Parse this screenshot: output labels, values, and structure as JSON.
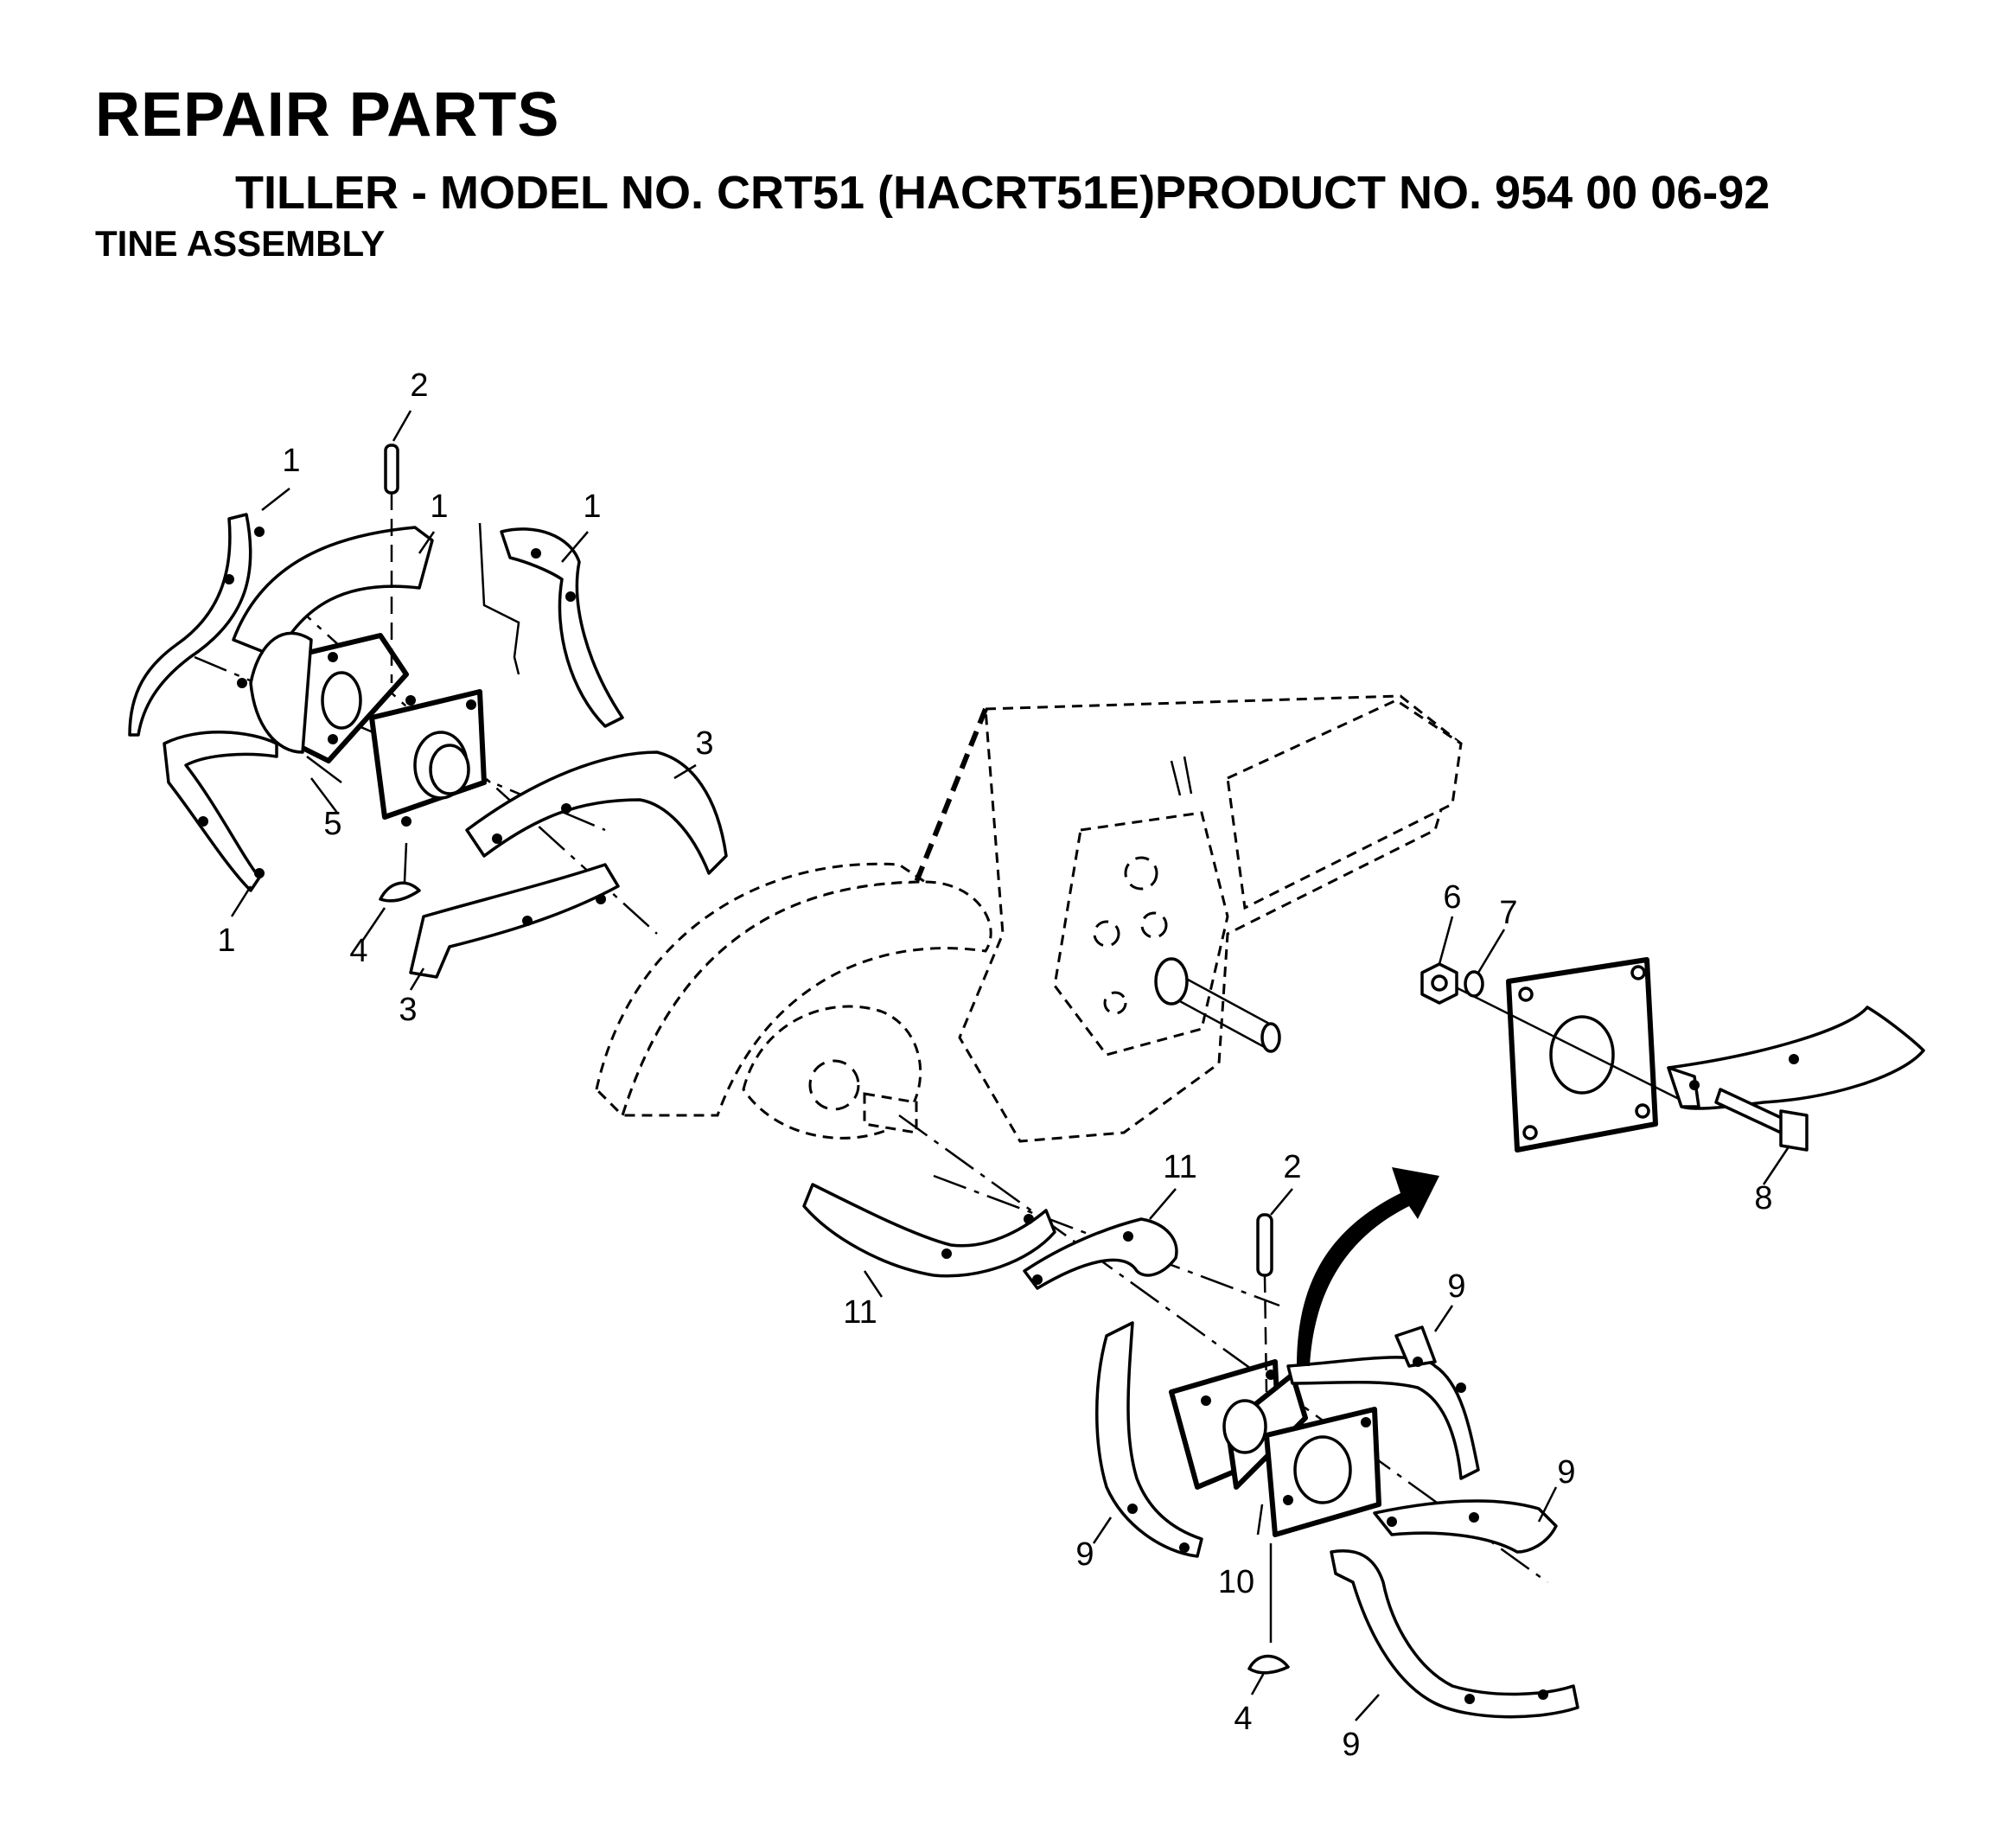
{
  "header": {
    "title": "REPAIR PARTS",
    "subtitle": "TILLER - MODEL NO. CRT51 (HACRT51E)PRODUCT NO. 954 00 06-92",
    "section": "TINE ASSEMBLY"
  },
  "callouts": {
    "c1a": "1",
    "c1b": "1",
    "c1c": "1",
    "c1d": "1",
    "c2a": "2",
    "c2b": "2",
    "c3a": "3",
    "c3b": "3",
    "c4a": "4",
    "c4b": "4",
    "c5": "5",
    "c6": "6",
    "c7": "7",
    "c8": "8",
    "c9a": "9",
    "c9b": "9",
    "c9c": "9",
    "c9d": "9",
    "c10": "10",
    "c11a": "11",
    "c11b": "11"
  }
}
